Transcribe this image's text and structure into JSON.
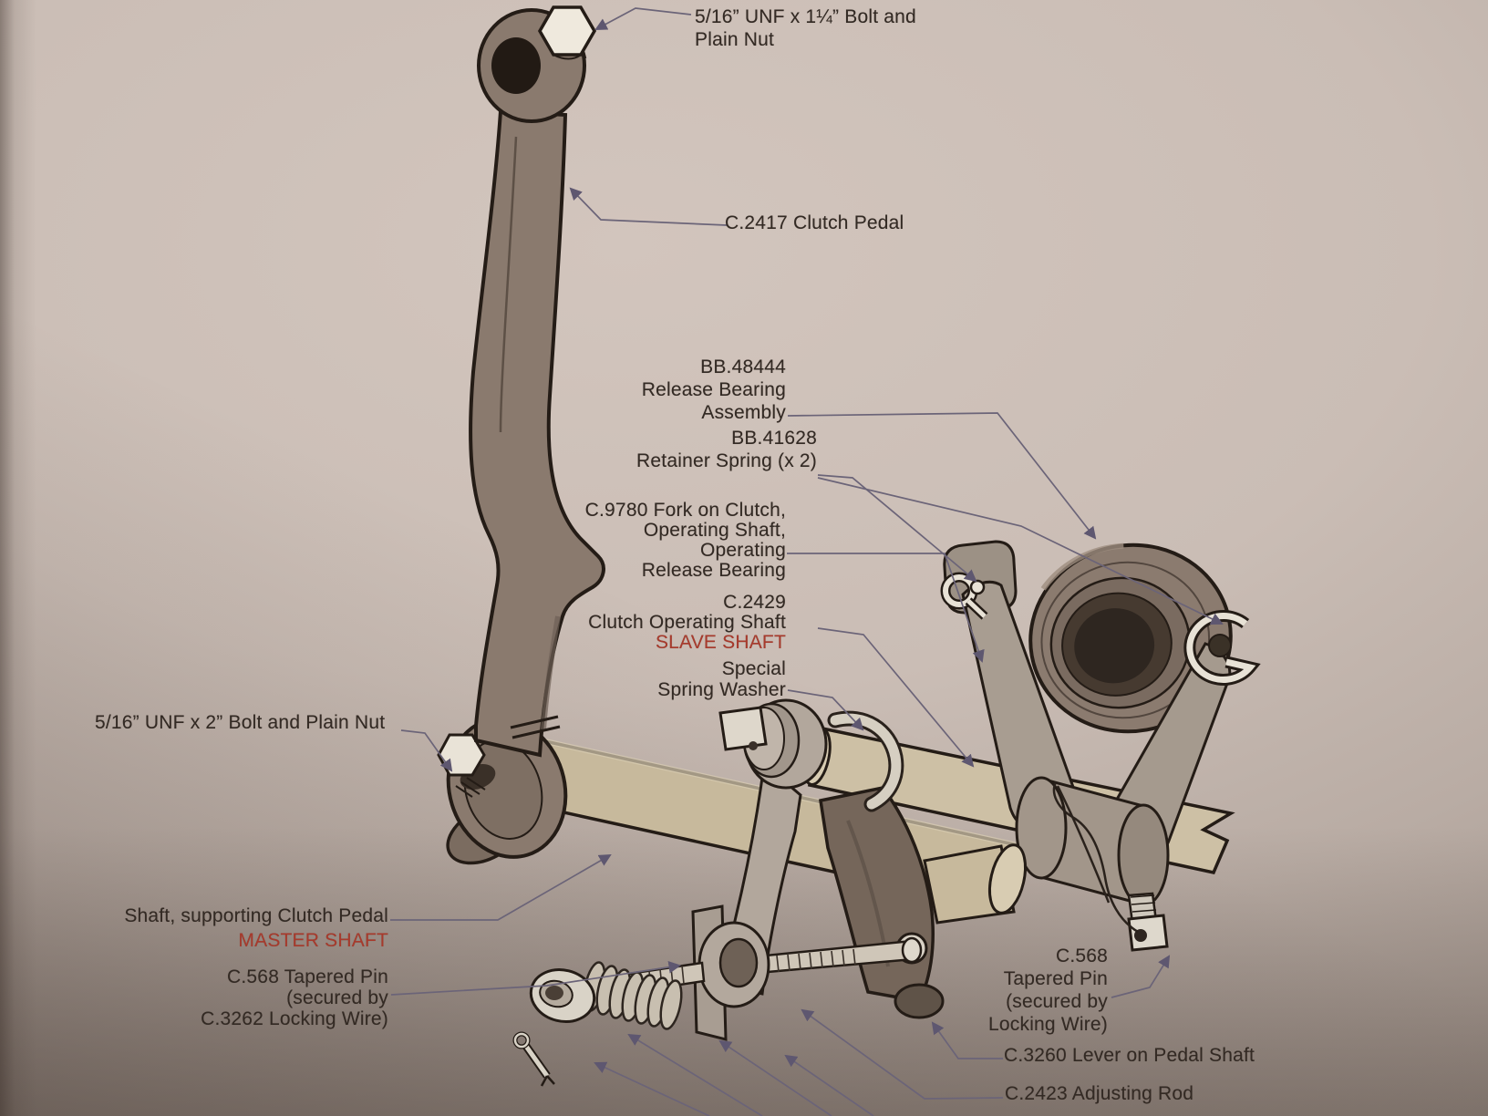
{
  "page": {
    "background_color": "#cabdb5",
    "text_color": "#332a24",
    "accent_red": "#a83a2c",
    "leader_line_color": "#6b6478"
  },
  "labels": {
    "top_bolt": {
      "lines": [
        "5/16” UNF x 1¼” Bolt and",
        "Plain Nut"
      ]
    },
    "clutch_pedal": {
      "lines": [
        "C.2417 Clutch Pedal"
      ]
    },
    "release_bearing": {
      "lines": [
        "BB.48444",
        "Release Bearing",
        "Assembly"
      ]
    },
    "retainer_spring": {
      "lines": [
        "BB.41628",
        "Retainer Spring (x 2)"
      ]
    },
    "fork": {
      "lines": [
        "C.9780 Fork on Clutch,",
        "Operating Shaft,",
        "Operating",
        "Release Bearing"
      ]
    },
    "slave_shaft": {
      "lines": [
        "C.2429",
        "Clutch Operating Shaft"
      ],
      "red_line": "SLAVE SHAFT"
    },
    "spring_washer": {
      "lines": [
        "Special",
        "Spring Washer"
      ]
    },
    "left_bolt": {
      "lines": [
        "5/16” UNF x 2” Bolt and Plain Nut"
      ]
    },
    "master_shaft": {
      "lines": [
        "Shaft, supporting Clutch Pedal"
      ],
      "red_line": "MASTER SHAFT"
    },
    "tapered_pin_left": {
      "lines": [
        "C.568 Tapered Pin",
        "(secured by",
        "C.3262 Locking Wire)"
      ]
    },
    "tapered_pin_right": {
      "lines": [
        "C.568",
        "Tapered Pin",
        "(secured by",
        "Locking Wire)"
      ]
    },
    "lever": {
      "lines": [
        "C.3260 Lever on Pedal Shaft"
      ]
    },
    "adjusting_rod": {
      "lines": [
        "C.2423 Adjusting Rod"
      ]
    }
  }
}
